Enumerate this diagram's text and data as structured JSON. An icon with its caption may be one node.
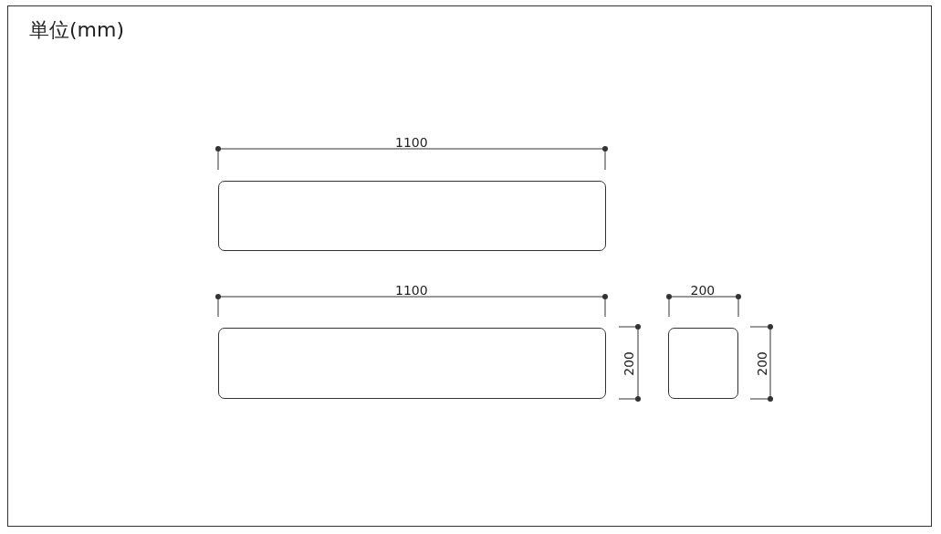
{
  "diagram": {
    "nodes": [
      {
        "text": [],
        "shape": "box"
      },
      {
        "text": [],
        "shape": "box"
      },
      {
        "text": [],
        "shape": "box"
      }
    ],
    "labels": [
      "単位(mm)",
      "1100",
      "1100",
      "200",
      "200",
      "200"
    ]
  }
}
